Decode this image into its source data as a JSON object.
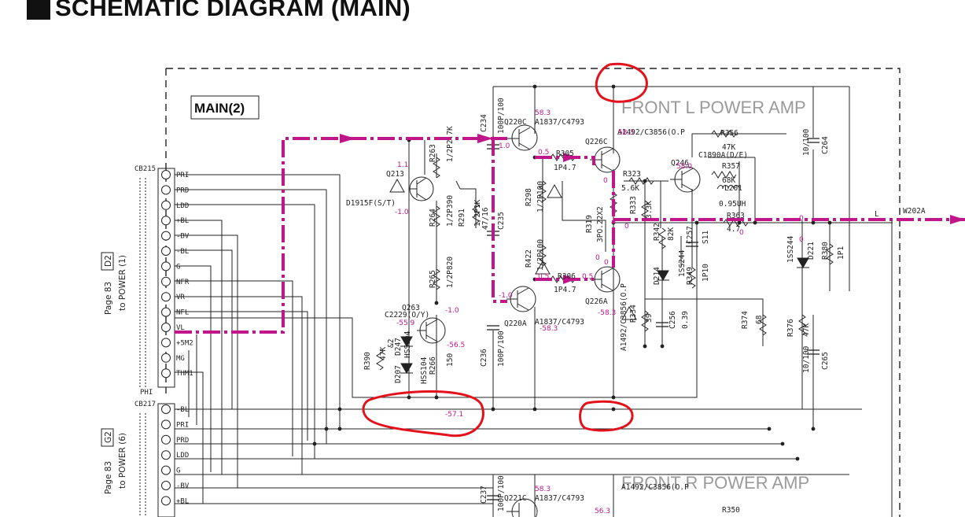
{
  "header": {
    "title": "SCHEMATIC DIAGRAM (MAIN)"
  },
  "diagram": {
    "section_label": "MAIN(2)",
    "amp_left": "FRONT L POWER AMP",
    "amp_right": "FRONT R POWER AMP",
    "connectors": {
      "cb215": {
        "name": "CB215",
        "pins": [
          "PRI",
          "PRD",
          "LDD",
          "+BL",
          "-BV",
          "-BL",
          "G",
          "NFR",
          "VR",
          "NFL",
          "VL",
          "+5M2",
          "MG",
          "THM1"
        ],
        "foot": "PHI"
      },
      "cb217": {
        "name": "CB217",
        "pins": [
          "-BL",
          "PRI",
          "PRD",
          "LDD",
          "G",
          "-BV",
          "+BL"
        ]
      }
    },
    "side_refs": {
      "d2": {
        "page": "Page 83",
        "to": "to POWER (1)",
        "box": "D2"
      },
      "g2": {
        "page": "Page 83",
        "to": "to POWER (6)",
        "box": "G2"
      }
    },
    "components": {
      "q213": "Q213",
      "d1915f": "D1915F(S/T)",
      "r263": "R263",
      "r263v": "1/2P2.7K",
      "r264": "R264",
      "r264v": "1/2P390",
      "r291": "R291",
      "r291v": "1/2P1K",
      "r265": "R265",
      "r265v": "1/2P820",
      "q263": "Q263",
      "c2229": "C2229(O/Y)",
      "d247": "D247",
      "d247v": "HSS104",
      "d207": "D207",
      "d207v": "HSS104",
      "r390": "R390",
      "r390v": "47K",
      "r390t": "&2",
      "r266": "R266",
      "r266v": "150",
      "c234": "C234",
      "c234v": "100P/100",
      "c235": "C235",
      "c235v": "47/16",
      "c236": "C236",
      "c236v": "100P/100",
      "q220c": "Q220C",
      "q220cv": "A1837/C4793",
      "q220a": "Q220A",
      "q220av": "A1837/C4793",
      "r298": "R298",
      "r298v": "1/2P100",
      "r422": "R422",
      "r422v": "1/2P100",
      "r305": "R305",
      "r305v": "1P4.7",
      "r306": "R306",
      "r306v": "1P4.7",
      "q226c": "Q226C",
      "q226cv": "A1492/C3856(O.P",
      "q226a": "Q226A",
      "q226av": "A1492/C3856(O.P",
      "r323": "R323",
      "r323v": "5.6K",
      "r319": "R319",
      "r319v": "3PO.22X2",
      "r333": "R333",
      "r333v": "3.3K",
      "r334": "R334",
      "r334v": "39",
      "q246": "Q246",
      "c1890": "C1890A(D/E)",
      "r356": "R356",
      "r356v": "47K",
      "r357": "R357",
      "r357v": "68K",
      "l201": "L201",
      "l201v": "0.95UH",
      "r363": "R363",
      "r363v": "4.7",
      "r342": "R342",
      "r342v": "82K",
      "c257": "C257",
      "c257v": "S11",
      "d214": "D214",
      "d214v": "1SS244",
      "r349": "R349",
      "r349v": "1P10",
      "c256": "C256",
      "c256v": "0.39",
      "r374": "R374",
      "r374v": "68",
      "r376": "R376",
      "r376v": "47K",
      "c264": "C264",
      "c264v": "10/100",
      "c265": "C265",
      "c265v": "10/100",
      "d221": "D221",
      "d221v": "1SS244",
      "r380": "R380",
      "r380v": "1P1",
      "w202a": "W202A",
      "c237": "C237",
      "c237v": "100P/100",
      "q221c": "Q221C",
      "q221cv": "A1837/C4793",
      "q226r": "A1492/C3856(O.P",
      "r350": "R350",
      "l_mark": "L"
    },
    "voltages": {
      "v1": "1.1",
      "v2": "-1.0",
      "v3": "58.3",
      "v4": "58.3",
      "v5": "1.0",
      "v6": "0.5",
      "v7": "0",
      "v8": "0",
      "v9": "58.0",
      "v10": "0",
      "v11": "0.5",
      "v12": "0.5",
      "v13": "-1.0",
      "v14": "-1.0",
      "v15": "-58.3",
      "v16": "-58.3",
      "v17": "-55.9",
      "v18": "-56.5",
      "v19": "-57.1",
      "v20": "0",
      "v21": "0",
      "v22": "0",
      "v23": "0",
      "v24": "58.3",
      "v25": "56.3"
    }
  },
  "colors": {
    "signal_path": "#c0168a",
    "annotation": "#e3111b",
    "voltage": "#c0168a"
  }
}
